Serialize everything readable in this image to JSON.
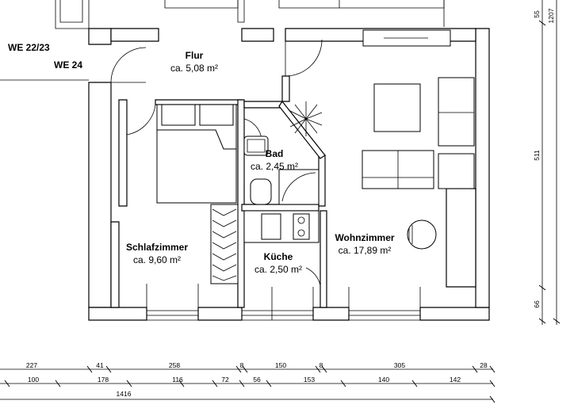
{
  "unit_labels": {
    "we_22_23": "WE 22/23",
    "we_24": "WE 24"
  },
  "rooms": {
    "flur": {
      "name": "Flur",
      "area": "ca. 5,08 m²"
    },
    "bad": {
      "name": "Bad",
      "area": "ca. 2,45 m²"
    },
    "schlafzimmer": {
      "name": "Schlafzimmer",
      "area": "ca. 9,60 m²"
    },
    "kueche": {
      "name": "Küche",
      "area": "ca. 2,50 m²"
    },
    "wohnzimmer": {
      "name": "Wohnzimmer",
      "area": "ca. 17,89 m²"
    }
  },
  "dimensions": {
    "row1": [
      "227",
      "41",
      "258",
      "8",
      "150",
      "8",
      "305",
      "28"
    ],
    "row2": [
      "100",
      "178",
      "116",
      "72",
      "56",
      "153",
      "140",
      "142"
    ],
    "row3": [
      "1416"
    ],
    "vertical_inner": [
      "55",
      "511",
      "66"
    ],
    "vertical_outer": [
      "1207"
    ]
  }
}
